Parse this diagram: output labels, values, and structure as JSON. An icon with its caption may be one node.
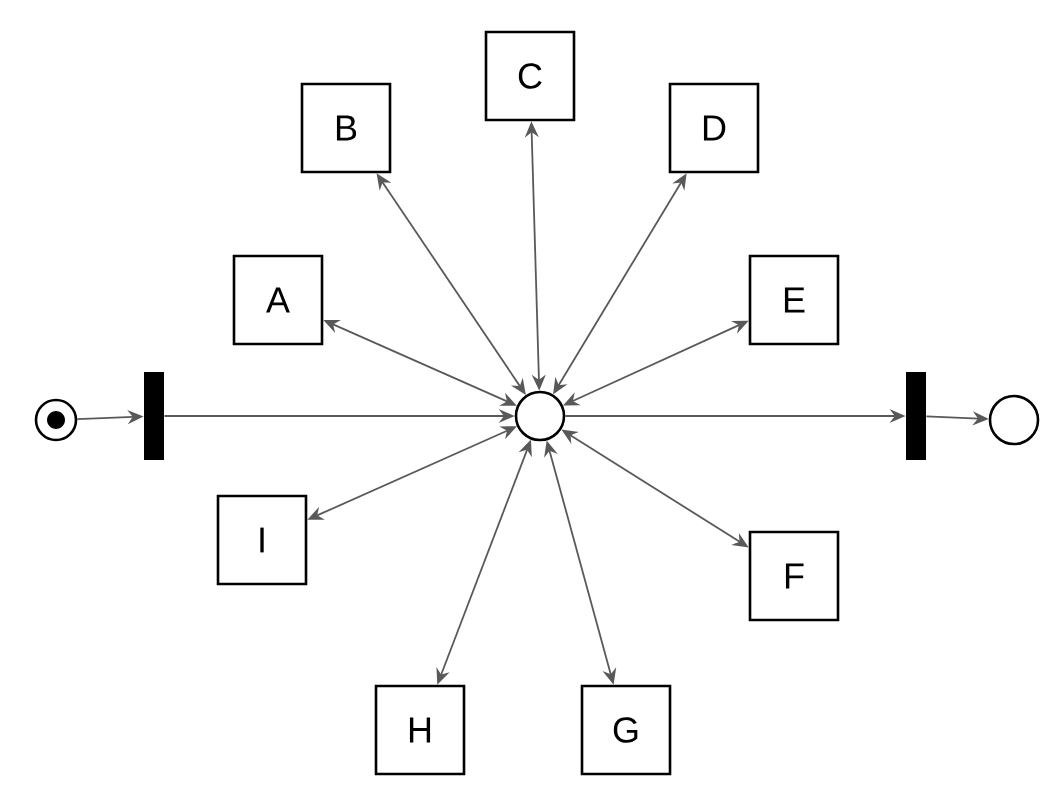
{
  "diagram": {
    "nodes": [
      {
        "text": [],
        "shape": "circle"
      },
      {
        "text": [],
        "shape": "bar"
      },
      {
        "text": [],
        "shape": "circle"
      },
      {
        "text": [
          "A"
        ]
      },
      {
        "text": [
          "B"
        ]
      },
      {
        "text": [
          "C"
        ]
      },
      {
        "text": [
          "D"
        ]
      },
      {
        "text": [
          "E"
        ]
      },
      {
        "text": [
          "F"
        ]
      },
      {
        "text": [
          "G"
        ]
      },
      {
        "text": [
          "H"
        ]
      },
      {
        "text": [
          "I"
        ]
      },
      {
        "text": [],
        "shape": "bar"
      },
      {
        "text": [],
        "shape": "circle"
      }
    ],
    "edges": [
      {
        "from": 0,
        "to": 1,
        "arrow": "to"
      },
      {
        "from": 1,
        "to": 2,
        "arrow": "to"
      },
      {
        "from": 2,
        "to": 3,
        "arrow": "both"
      },
      {
        "from": 2,
        "to": 4,
        "arrow": "both"
      },
      {
        "from": 2,
        "to": 5,
        "arrow": "both"
      },
      {
        "from": 2,
        "to": 6,
        "arrow": "both"
      },
      {
        "from": 2,
        "to": 7,
        "arrow": "both"
      },
      {
        "from": 2,
        "to": 8,
        "arrow": "both"
      },
      {
        "from": 2,
        "to": 9,
        "arrow": "both"
      },
      {
        "from": 2,
        "to": 10,
        "arrow": "both"
      },
      {
        "from": 2,
        "to": 11,
        "arrow": "both"
      },
      {
        "from": 2,
        "to": 12,
        "arrow": "to"
      },
      {
        "from": 12,
        "to": 13,
        "arrow": "to"
      }
    ]
  }
}
